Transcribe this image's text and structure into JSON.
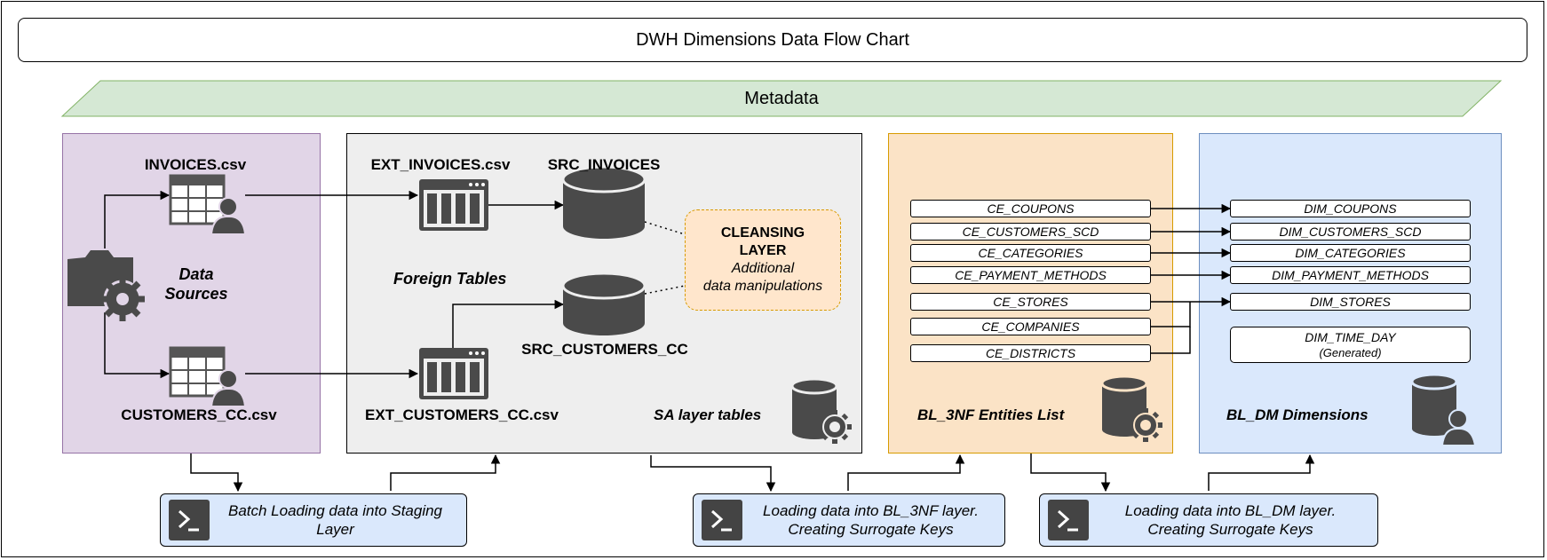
{
  "title": "DWH Dimensions Data Flow Chart",
  "metadata_label": "Metadata",
  "sources": {
    "files": [
      "INVOICES.csv",
      "CUSTOMERS_CC.csv"
    ],
    "data_sources_label": "Data\nSources"
  },
  "staging": {
    "foreign_tables": [
      "EXT_INVOICES.csv",
      "EXT_CUSTOMERS_CC.csv"
    ],
    "source_tables": [
      "SRC_INVOICES",
      "SRC_CUSTOMERS_CC"
    ],
    "foreign_tables_label": "Foreign Tables",
    "sa_label": "SA layer tables",
    "cleansing_title": "CLEANSING\nLAYER",
    "cleansing_desc": "Additional\ndata manipulations"
  },
  "bl_3nf": {
    "entities": [
      "CE_COUPONS",
      "CE_CUSTOMERS_SCD",
      "CE_CATEGORIES",
      "CE_PAYMENT_METHODS",
      "CE_STORES",
      "CE_COMPANIES",
      "CE_DISTRICTS"
    ],
    "label": "BL_3NF Entities List"
  },
  "bl_dm": {
    "dimensions": [
      "DIM_COUPONS",
      "DIM_CUSTOMERS_SCD",
      "DIM_CATEGORIES",
      "DIM_PAYMENT_METHODS",
      "DIM_STORES"
    ],
    "generated_name": "DIM_TIME_DAY",
    "generated_note": "(Generated)",
    "label": "BL_DM Dimensions"
  },
  "processes": [
    "Batch Loading data into Staging\nLayer",
    "Loading data into BL_3NF layer.\nCreating Surrogate Keys",
    "Loading data into BL_DM layer.\nCreating Surrogate Keys"
  ],
  "colors": {
    "metadata": "#d5e8d4",
    "sources_panel": "#e1d5e7",
    "staging_panel": "#eeeeee",
    "bl3nf_panel": "#fbe3c6",
    "bldm_panel": "#dae8fc",
    "cleansing": "#ffe6cc",
    "process": "#dae8fc",
    "icon": "#4a4a4a"
  }
}
